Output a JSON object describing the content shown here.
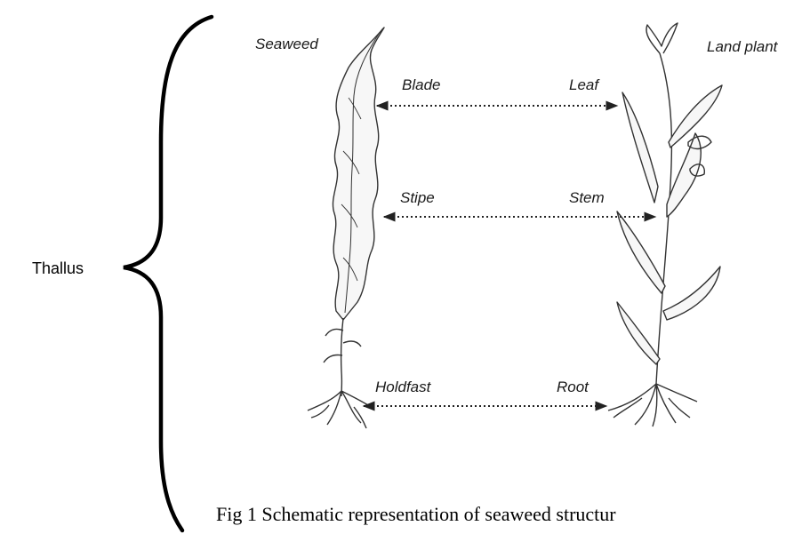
{
  "left_label": "Thallus",
  "seaweed": {
    "title": "Seaweed",
    "parts": [
      "Blade",
      "Stipe",
      "Holdfast"
    ]
  },
  "land_plant": {
    "title": "Land plant",
    "parts": [
      "Leaf",
      "Stem",
      "Root"
    ]
  },
  "caption": "Fig 1 Schematic representation of seaweed structur",
  "colors": {
    "ink": "#000000",
    "line_art": "#333333",
    "background": "#ffffff"
  }
}
